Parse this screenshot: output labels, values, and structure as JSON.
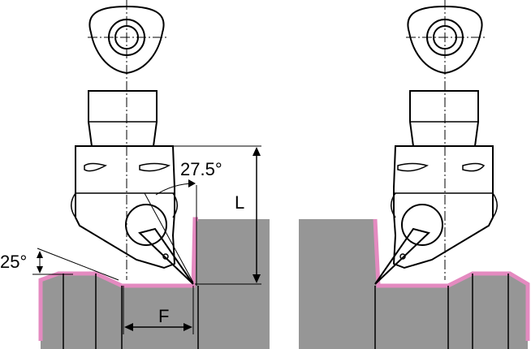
{
  "labels": {
    "angle_top": "27.5°",
    "angle_left": "25°",
    "dim_length": "L",
    "dim_offset": "F"
  },
  "colors": {
    "holder": "#b8d0e8",
    "workpiece": "#969696",
    "workpiece_edge": "#e48ac0",
    "insert": "#f0c419",
    "ink": "#000000"
  }
}
